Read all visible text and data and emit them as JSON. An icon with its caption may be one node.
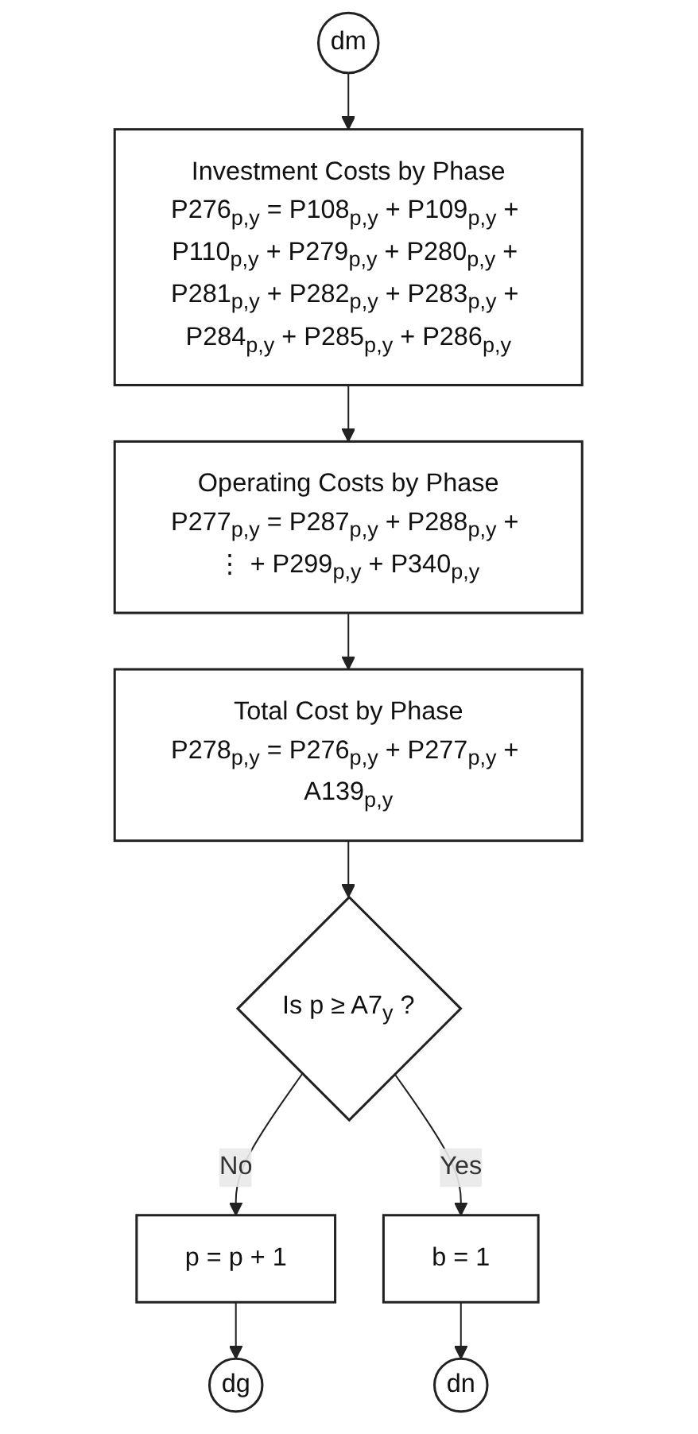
{
  "diagram": {
    "nodes": [
      {
        "text": [
          "dm"
        ]
      },
      {
        "text": [
          "Investment Costs by Phase",
          "P276$_{p,y}$ = P108$_{p,y}$ + P109$_{p,y}$ + P110$_{p,y}$ + P279$_{p,y}$ + P280$_{p,y}$ + P281$_{p,y}$ + P282$_{p,y}$ + P283$_{p,y}$ + P284$_{p,y}$ + P285$_{p,y}$ + P286$_{p,y}$"
        ]
      },
      {
        "text": [
          "Operating Costs by Phase",
          "P277$_{p,y}$ = P287$_{p,y}$ + P288$_{p,y}$ + ⋮ + P299$_{p,y}$ + P340$_{p,y}$"
        ]
      },
      {
        "text": [
          "Total Cost by Phase",
          "P278$_{p,y}$ = P276$_{p,y}$ + P277$_{p,y}$ + A139$_{p,y}$"
        ]
      },
      {
        "text": [
          "Is p ≥ A7$_{y}$ ?"
        ]
      },
      {
        "text": [
          "p = p + 1"
        ]
      },
      {
        "text": [
          "dg"
        ]
      },
      {
        "text": [
          "b = 1"
        ]
      },
      {
        "text": [
          "dn"
        ]
      }
    ],
    "edges": [
      {
        "from": 0,
        "to": 1,
        "arrow": "to"
      },
      {
        "from": 1,
        "to": 2,
        "arrow": "to"
      },
      {
        "from": 2,
        "to": 3,
        "arrow": "to"
      },
      {
        "from": 3,
        "to": 4,
        "arrow": "to"
      },
      {
        "from": 4,
        "to": 5,
        "label": "No",
        "arrow": "to"
      },
      {
        "from": 5,
        "to": 6,
        "arrow": "to"
      },
      {
        "from": 4,
        "to": 7,
        "label": "Yes",
        "arrow": "to"
      },
      {
        "from": 7,
        "to": 8,
        "arrow": "to"
      }
    ]
  }
}
